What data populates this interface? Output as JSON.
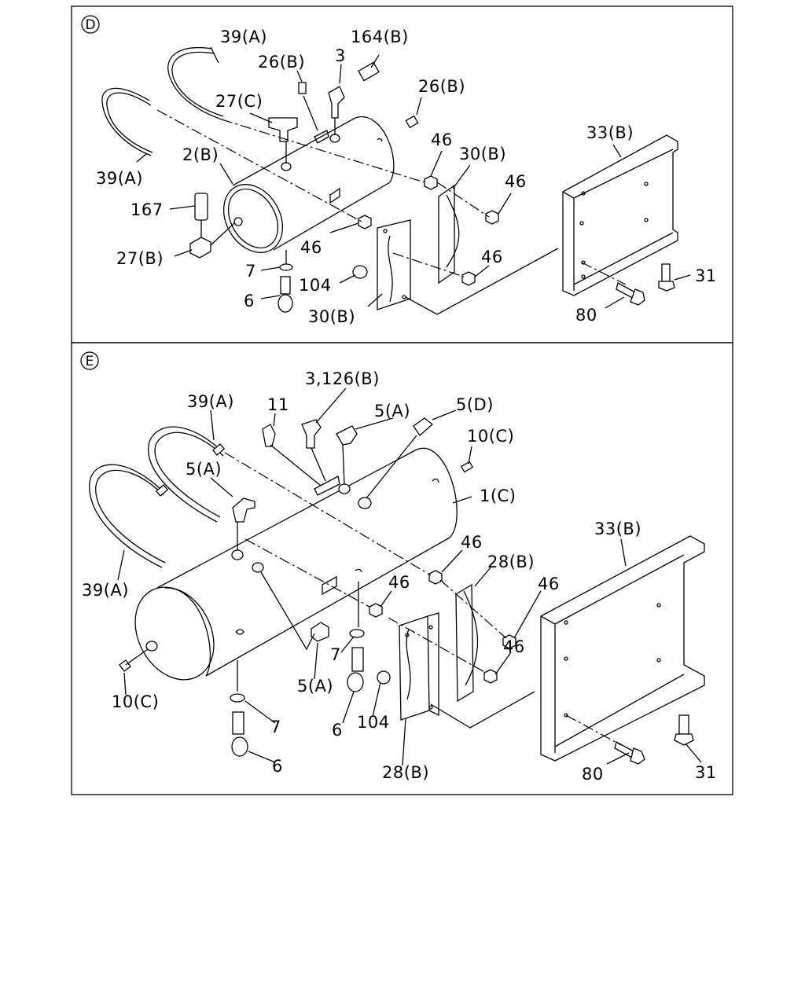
{
  "sections": [
    {
      "id": "D",
      "marker": "D",
      "callouts": [
        "39(A)",
        "164(B)",
        "26(B)",
        "3",
        "27(C)",
        "26(B)",
        "39(A)",
        "2(B)",
        "46",
        "30(B)",
        "46",
        "33(B)",
        "167",
        "27(B)",
        "46",
        "7",
        "104",
        "6",
        "30(B)",
        "46",
        "31",
        "80"
      ]
    },
    {
      "id": "E",
      "marker": "E",
      "callouts": [
        "3,126(B)",
        "39(A)",
        "11",
        "5(A)",
        "5(D)",
        "10(C)",
        "5(A)",
        "1(C)",
        "39(A)",
        "46",
        "28(B)",
        "33(B)",
        "46",
        "46",
        "7",
        "5(A)",
        "10(C)",
        "6",
        "104",
        "46",
        "7",
        "6",
        "28(B)",
        "80",
        "31"
      ]
    }
  ]
}
